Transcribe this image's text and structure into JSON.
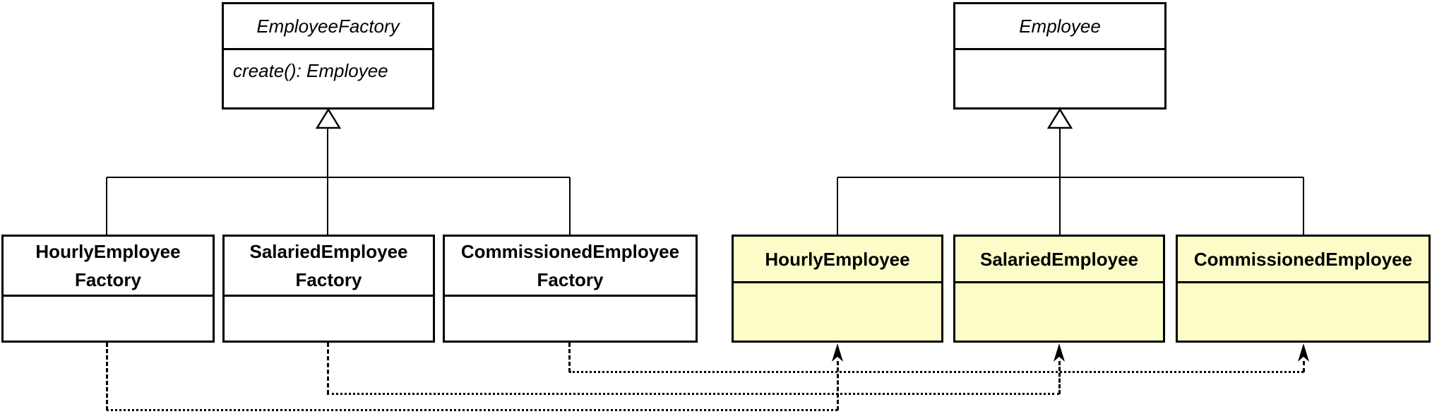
{
  "diagram": {
    "kind": "uml-class-diagram",
    "pattern": "Factory Method"
  },
  "colors": {
    "factory_fill": "#FFFFFF",
    "product_fill": "#FCFCC8",
    "line": "#000000",
    "text": "#000000"
  },
  "classes": {
    "employee_factory": {
      "title": "EmployeeFactory",
      "abstract": true,
      "method": "create(): Employee"
    },
    "hourly_factory": {
      "line1": "HourlyEmployee",
      "line2": "Factory"
    },
    "salaried_factory": {
      "line1": "SalariedEmployee",
      "line2": "Factory"
    },
    "commissioned_factory": {
      "line1": "CommissionedEmployee",
      "line2": "Factory"
    },
    "employee": {
      "title": "Employee",
      "abstract": true
    },
    "hourly_employee": {
      "title": "HourlyEmployee"
    },
    "salaried_employee": {
      "title": "SalariedEmployee"
    },
    "commissioned_employee": {
      "title": "CommissionedEmployee"
    }
  },
  "relationships": {
    "generalizations": [
      {
        "from": "HourlyEmployeeFactory",
        "to": "EmployeeFactory"
      },
      {
        "from": "SalariedEmployeeFactory",
        "to": "EmployeeFactory"
      },
      {
        "from": "CommissionedEmployeeFactory",
        "to": "EmployeeFactory"
      },
      {
        "from": "HourlyEmployee",
        "to": "Employee"
      },
      {
        "from": "SalariedEmployee",
        "to": "Employee"
      },
      {
        "from": "CommissionedEmployee",
        "to": "Employee"
      }
    ],
    "dependencies": [
      {
        "from": "HourlyEmployeeFactory",
        "to": "HourlyEmployee",
        "style": "dotted"
      },
      {
        "from": "SalariedEmployeeFactory",
        "to": "SalariedEmployee",
        "style": "dotted"
      },
      {
        "from": "CommissionedEmployeeFactory",
        "to": "CommissionedEmployee",
        "style": "dotted"
      }
    ]
  }
}
